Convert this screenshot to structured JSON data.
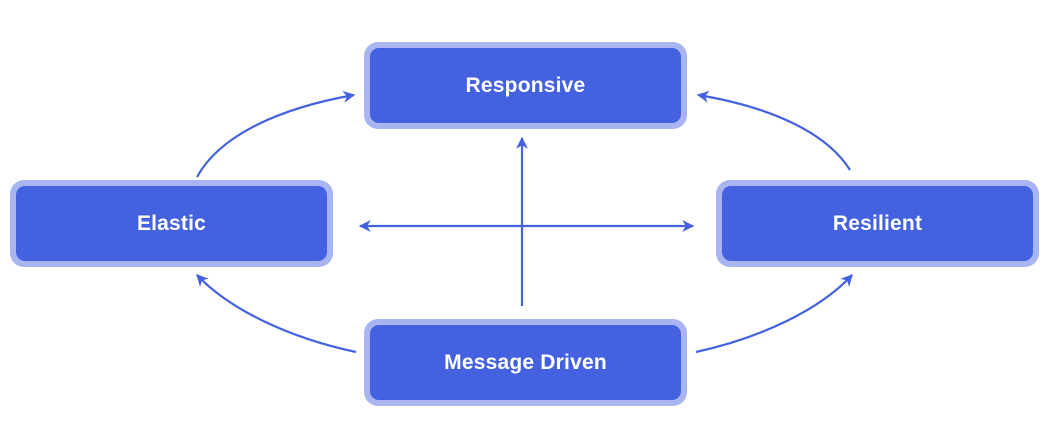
{
  "diagram": {
    "nodes": {
      "responsive": "Responsive",
      "elastic": "Elastic",
      "resilient": "Resilient",
      "message_driven": "Message Driven"
    },
    "colors": {
      "node_fill": "#4462e0",
      "node_border": "#a9b5f2",
      "arrow": "#4462e0",
      "text": "#ffffff"
    }
  }
}
